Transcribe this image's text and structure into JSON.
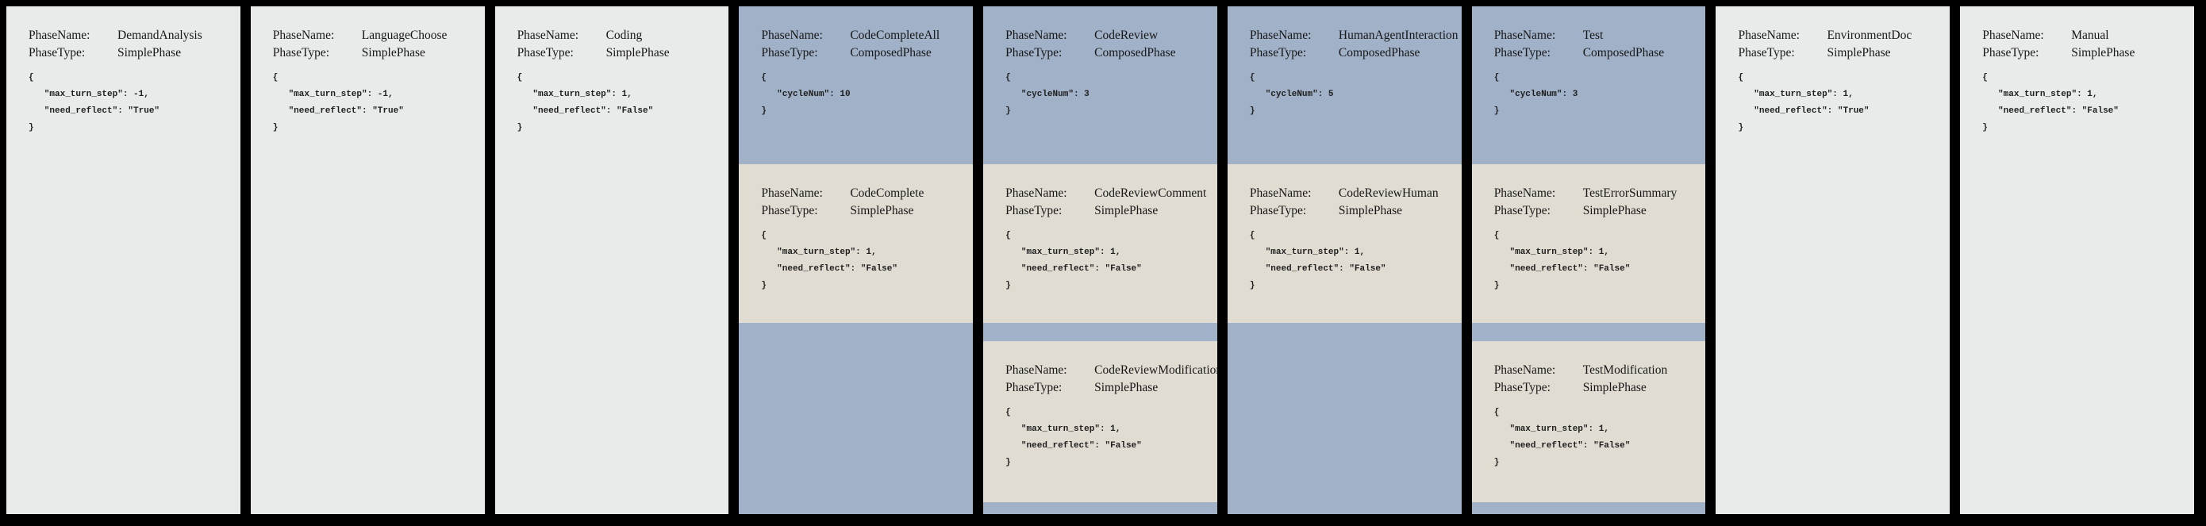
{
  "colors": {
    "background": "#000000",
    "simple_phase_panel": "#e8ebea",
    "composed_phase_panel": "#a0b1c8",
    "nested_phase_panel": "#e1dcd2",
    "text": "#171717"
  },
  "labels": {
    "phase_name": "PhaseName:",
    "phase_type": "PhaseType:"
  },
  "columns": [
    {
      "name": "DemandAnalysis",
      "type": "SimplePhase",
      "kind": "simple",
      "config": "{\n   \"max_turn_step\": -1,\n   \"need_reflect\": \"True\"\n}"
    },
    {
      "name": "LanguageChoose",
      "type": "SimplePhase",
      "kind": "simple",
      "config": "{\n   \"max_turn_step\": -1,\n   \"need_reflect\": \"True\"\n}"
    },
    {
      "name": "Coding",
      "type": "SimplePhase",
      "kind": "simple",
      "config": "{\n   \"max_turn_step\": 1,\n   \"need_reflect\": \"False\"\n}"
    },
    {
      "name": "CodeCompleteAll",
      "type": "ComposedPhase",
      "kind": "composed",
      "config": "{\n   \"cycleNum\": 10\n}",
      "children": [
        {
          "name": "CodeComplete",
          "type": "SimplePhase",
          "config": "{\n   \"max_turn_step\": 1,\n   \"need_reflect\": \"False\"\n}"
        }
      ]
    },
    {
      "name": "CodeReview",
      "type": "ComposedPhase",
      "kind": "composed",
      "config": "{\n   \"cycleNum\": 3\n}",
      "children": [
        {
          "name": "CodeReviewComment",
          "type": "SimplePhase",
          "config": "{\n   \"max_turn_step\": 1,\n   \"need_reflect\": \"False\"\n}"
        },
        {
          "name": "CodeReviewModification",
          "type": "SimplePhase",
          "config": "{\n   \"max_turn_step\": 1,\n   \"need_reflect\": \"False\"\n}"
        }
      ]
    },
    {
      "name": "HumanAgentInteraction",
      "type": "ComposedPhase",
      "kind": "composed",
      "config": "{\n   \"cycleNum\": 5\n}",
      "children": [
        {
          "name": "CodeReviewHuman",
          "type": "SimplePhase",
          "config": "{\n   \"max_turn_step\": 1,\n   \"need_reflect\": \"False\"\n}"
        }
      ]
    },
    {
      "name": "Test",
      "type": "ComposedPhase",
      "kind": "composed",
      "config": "{\n   \"cycleNum\": 3\n}",
      "children": [
        {
          "name": "TestErrorSummary",
          "type": "SimplePhase",
          "config": "{\n   \"max_turn_step\": 1,\n   \"need_reflect\": \"False\"\n}"
        },
        {
          "name": "TestModification",
          "type": "SimplePhase",
          "config": "{\n   \"max_turn_step\": 1,\n   \"need_reflect\": \"False\"\n}"
        }
      ]
    },
    {
      "name": "EnvironmentDoc",
      "type": "SimplePhase",
      "kind": "simple",
      "config": "{\n   \"max_turn_step\": 1,\n   \"need_reflect\": \"True\"\n}"
    },
    {
      "name": "Manual",
      "type": "SimplePhase",
      "kind": "simple",
      "config": "{\n   \"max_turn_step\": 1,\n   \"need_reflect\": \"False\"\n}"
    }
  ]
}
